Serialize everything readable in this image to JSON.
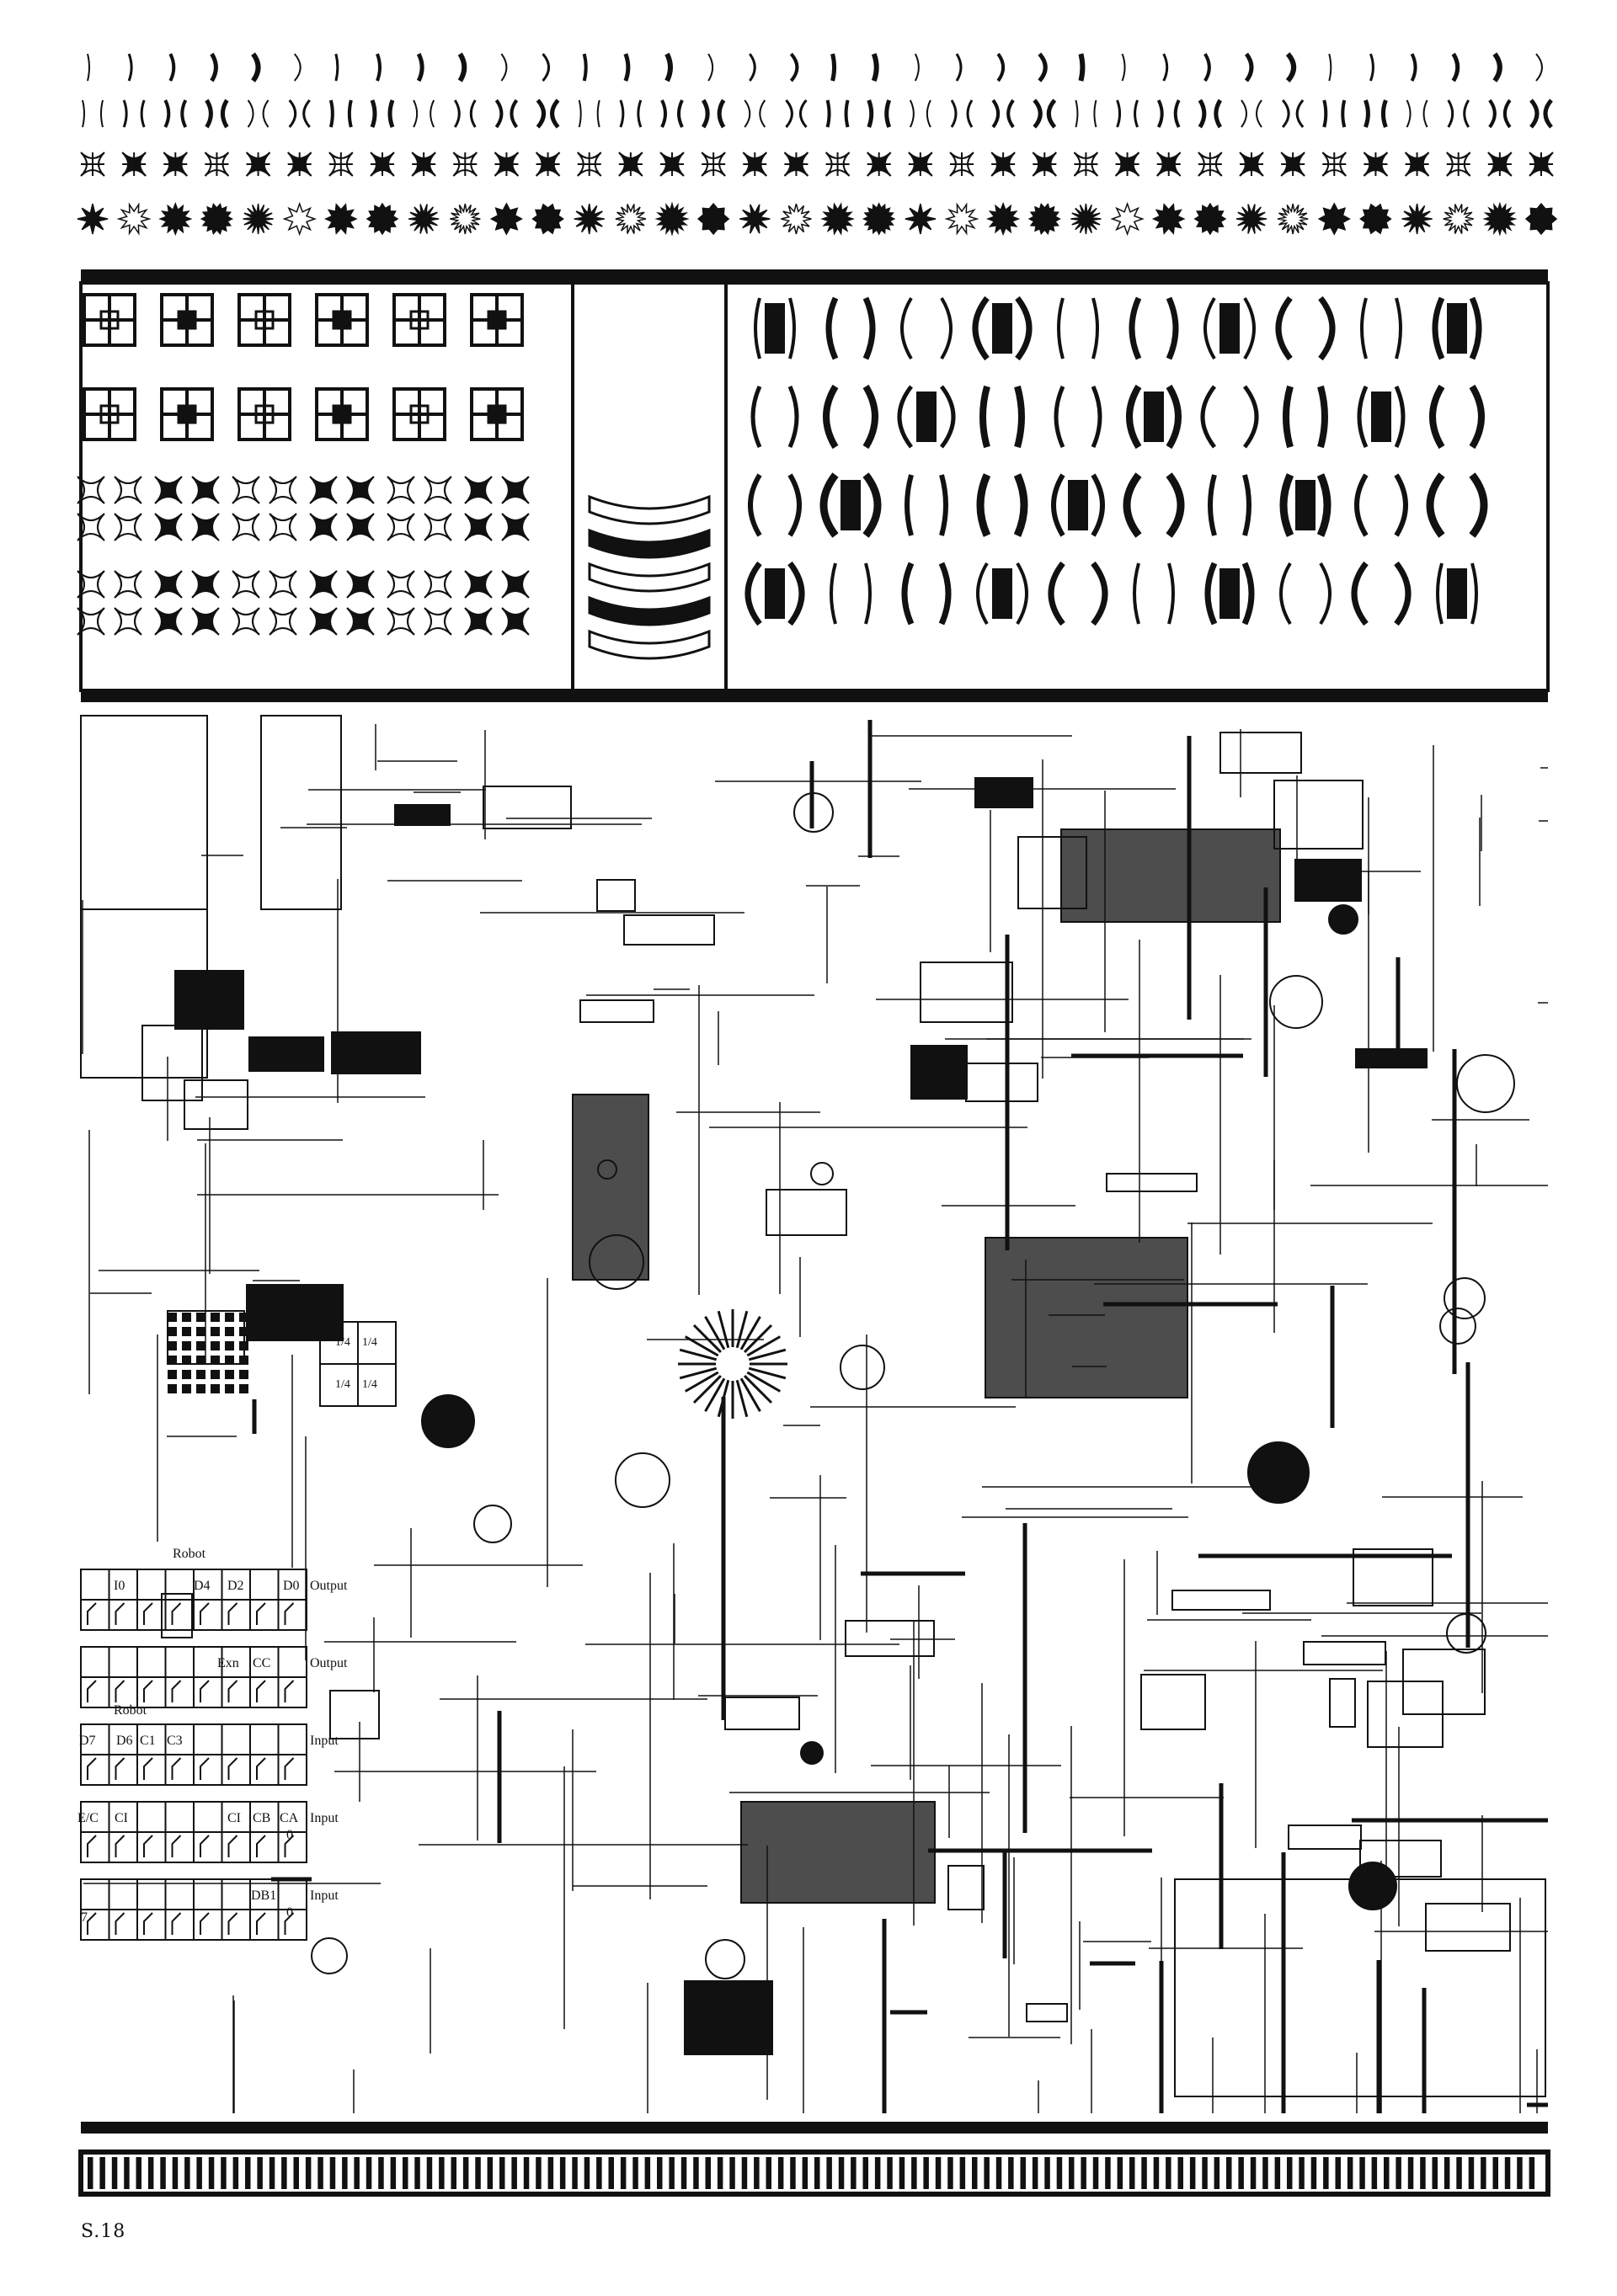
{
  "page_label": "S.18",
  "colors": {
    "ink": "#111111",
    "paper": "#ffffff"
  },
  "glyph_rows": [
    {
      "shape": "bracket",
      "count": 36
    },
    {
      "shape": "pair",
      "count": 36
    },
    {
      "shape": "cross",
      "count": 36
    },
    {
      "shape": "star",
      "count": 36
    }
  ],
  "panels": {
    "tiles": {
      "rows": 4,
      "cols": 6
    },
    "ornament_columns": 1,
    "bracket_grid": {
      "rows": 4,
      "cols": 10
    }
  },
  "io_table": {
    "robot_label_1": "Robot",
    "row1": {
      "i0": "I0",
      "d4": "D4",
      "d2": "D2",
      "d0": "D0",
      "kind": "Output"
    },
    "row2": {
      "exn": "Exn",
      "cc": "CC",
      "kind": "Output"
    },
    "robot_label_2": "Robot",
    "row3": {
      "d7": "D7",
      "d6": "D6",
      "c1": "C1",
      "c3": "C3",
      "kind": "Input"
    },
    "row4": {
      "ec": "E/C",
      "ci": "CI",
      "c1": "CI",
      "cb": "CB",
      "ca": "CA",
      "kind": "Input",
      "zero": "0"
    },
    "row5": {
      "db1": "DB1",
      "zero": "0",
      "kind": "Input",
      "seven": "7"
    }
  },
  "chip_labels": {
    "q1": "1/4",
    "q2": "1/4",
    "q3": "1/4",
    "q4": "1/4"
  },
  "footer_bar": {
    "stripes": 120
  }
}
